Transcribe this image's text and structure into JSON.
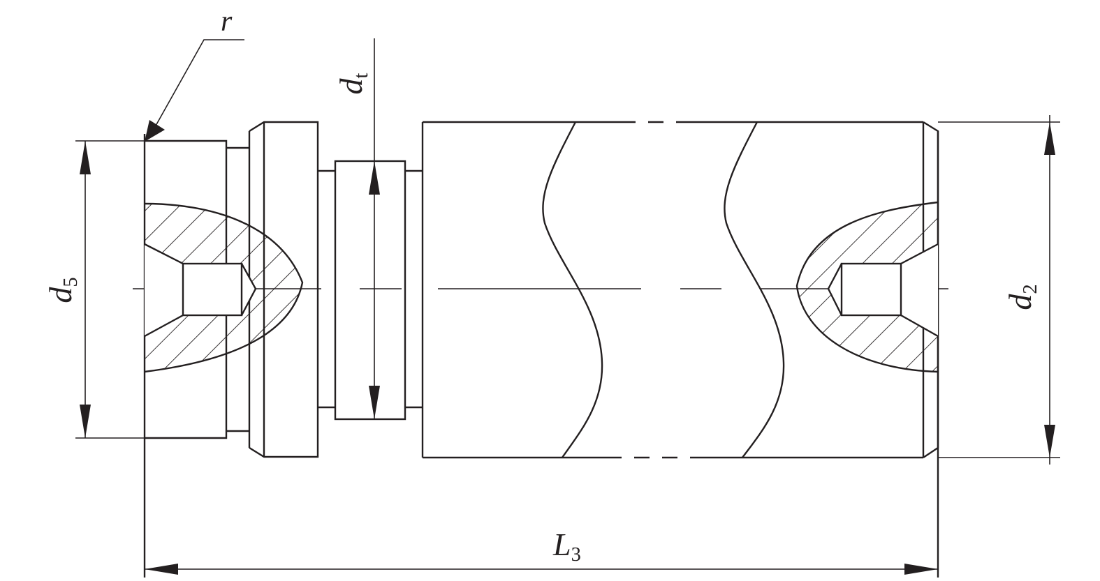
{
  "labels": {
    "r": "r",
    "d5": {
      "main": "d",
      "sub": "5"
    },
    "dt": {
      "main": "d",
      "sub": "t"
    },
    "d2": {
      "main": "d",
      "sub": "2"
    },
    "L3": {
      "main": "L",
      "sub": "3"
    }
  },
  "colors": {
    "ink": "#231f20",
    "background": "#ffffff"
  }
}
